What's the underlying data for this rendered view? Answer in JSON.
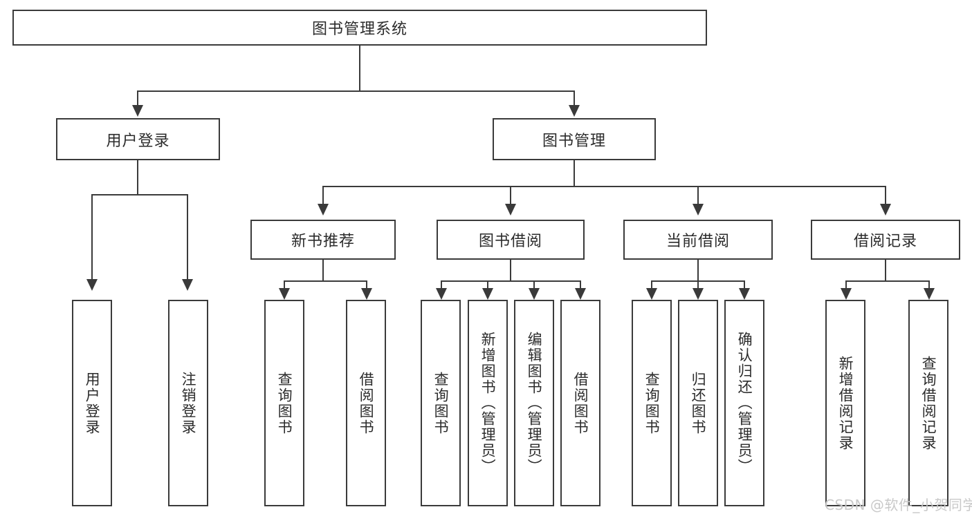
{
  "diagram": {
    "title_root": "图书管理系统",
    "level2": [
      {
        "id": "user-login",
        "label": "用户登录"
      },
      {
        "id": "book-management",
        "label": "图书管理"
      }
    ],
    "level3": [
      {
        "id": "new-book-recommend",
        "label": "新书推荐"
      },
      {
        "id": "book-borrow",
        "label": "图书借阅"
      },
      {
        "id": "current-borrow",
        "label": "当前借阅"
      },
      {
        "id": "borrow-record",
        "label": "借阅记录"
      }
    ],
    "leaves": [
      {
        "id": "leaf-user-login",
        "label": "用户登录"
      },
      {
        "id": "leaf-logout-login",
        "label": "注销登录"
      },
      {
        "id": "leaf-query-book-1",
        "label": "查询图书"
      },
      {
        "id": "leaf-borrow-book-1",
        "label": "借阅图书"
      },
      {
        "id": "leaf-query-book-2",
        "label": "查询图书"
      },
      {
        "id": "leaf-add-book-admin",
        "label": "新增图书（管理员）"
      },
      {
        "id": "leaf-edit-book-admin",
        "label": "编辑图书（管理员）"
      },
      {
        "id": "leaf-borrow-book-2",
        "label": "借阅图书"
      },
      {
        "id": "leaf-query-book-3",
        "label": "查询图书"
      },
      {
        "id": "leaf-return-book",
        "label": "归还图书"
      },
      {
        "id": "leaf-confirm-return-admin",
        "label": "确认归还（管理员）"
      },
      {
        "id": "leaf-add-borrow-record",
        "label": "新增借阅记录"
      },
      {
        "id": "leaf-query-borrow-record",
        "label": "查询借阅记录"
      }
    ]
  },
  "watermark": {
    "text": "CSDN @软件_小贺同学"
  },
  "colors": {
    "stroke": "#3a3a3a",
    "text": "#2b2b2b",
    "background": "#ffffff",
    "watermark": "#c9c9c9"
  }
}
